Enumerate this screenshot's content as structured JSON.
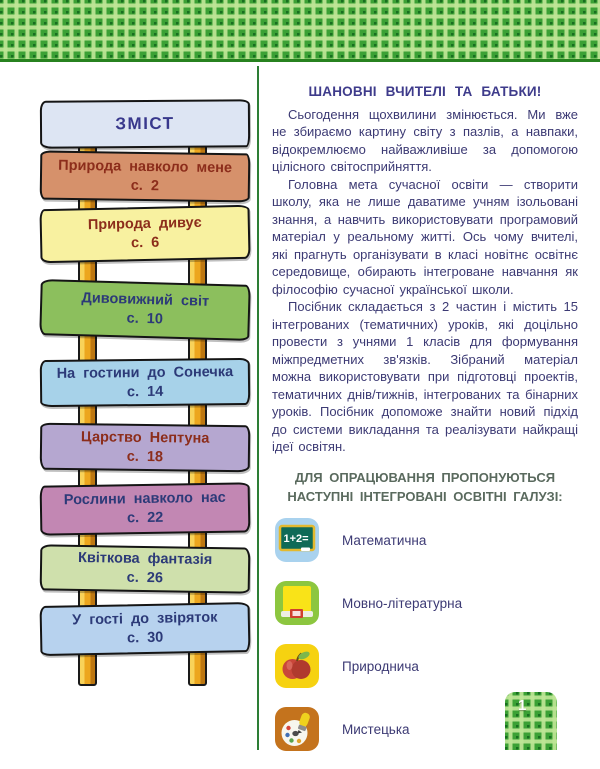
{
  "page": {
    "number": "1"
  },
  "toc": {
    "title": "ЗМІСТ",
    "items": [
      {
        "title": "Природа навколо мене",
        "page": "с. 2",
        "bg": "#d6916b",
        "text_color": "#8c2d1b"
      },
      {
        "title": "Природа дивує",
        "page": "с. 6",
        "bg": "#f8f1a0",
        "text_color": "#8c2d1b"
      },
      {
        "title": "Дивовижний світ",
        "page": "с. 10",
        "bg": "#8cbf5d",
        "text_color": "#2c3a78"
      },
      {
        "title": "На гостини до Сонечка",
        "page": "с. 14",
        "bg": "#a7d2e9",
        "text_color": "#2c3a78"
      },
      {
        "title": "Царство Нептуна",
        "page": "с. 18",
        "bg": "#b5a7d0",
        "text_color": "#8c2d1b"
      },
      {
        "title": "Рослини навколо нас",
        "page": "с. 22",
        "bg": "#c287b3",
        "text_color": "#2c3a78"
      },
      {
        "title": "Квіткова фантазія",
        "page": "с. 26",
        "bg": "#cfe0ac",
        "text_color": "#2c3a78"
      },
      {
        "title": "У гості до звіряток",
        "page": "с. 30",
        "bg": "#b7d2ee",
        "text_color": "#2c3a78"
      }
    ]
  },
  "intro": {
    "title": "ШАНОВНІ ВЧИТЕЛІ ТА БАТЬКИ!",
    "paragraphs": [
      "Сьогодення щохвилини змінюється. Ми вже не збираємо картину світу з пазлів, а навпаки, відокремлюємо найважливіше за допомогою цілісного світосприйняття.",
      "Головна мета сучасної освіти — створити школу, яка не лише даватиме учням ізольовані знання, а навчить використовувати програмовий матеріал у реальному житті. Ось чому вчителі, які прагнуть організувати в класі новітнє освітнє середовище, обирають інтегроване навчання як філософію сучасної української школи.",
      "Посібник складається з 2 частин і містить 15 інтегрованих (тематичних) уроків, які доцільно провести з учнями 1 класів для формування міжпредметних зв'язків. Зібраний матеріал можна використовувати при підготовці проектів, тематичних днів/тижнів, інтегрованих та бінарних уроків. Посібник допоможе знайти новий підхід до системи викладання та реалізувати найкращі ідеї освітян."
    ]
  },
  "areas": {
    "heading": "ДЛЯ ОПРАЦЮВАННЯ ПРОПОНУЮТЬСЯ НАСТУПНІ ІНТЕГРОВАНІ ОСВІТНІ ГАЛУЗІ:",
    "items": [
      {
        "icon": "chalkboard-math-icon",
        "icon_text": "1+2=",
        "label": "Математична"
      },
      {
        "icon": "notebook-icon",
        "label": "Мовно-літературна"
      },
      {
        "icon": "apple-icon",
        "label": "Природнича"
      },
      {
        "icon": "palette-icon",
        "label": "Мистецька"
      }
    ]
  },
  "colors": {
    "header_green": "#3ba135",
    "header_pattern_light": "#bee596",
    "header_pattern_dark": "#186e20",
    "divider_green": "#2d7e35",
    "intro_title": "#3e3b8b",
    "body_text": "#3c3a74",
    "areas_heading": "#5a6a5e",
    "toc_title_bg": "#dde5f3",
    "toc_title_text": "#38388c",
    "ladder_pole": "#eca61e",
    "page_number_text": "#ffffff"
  }
}
